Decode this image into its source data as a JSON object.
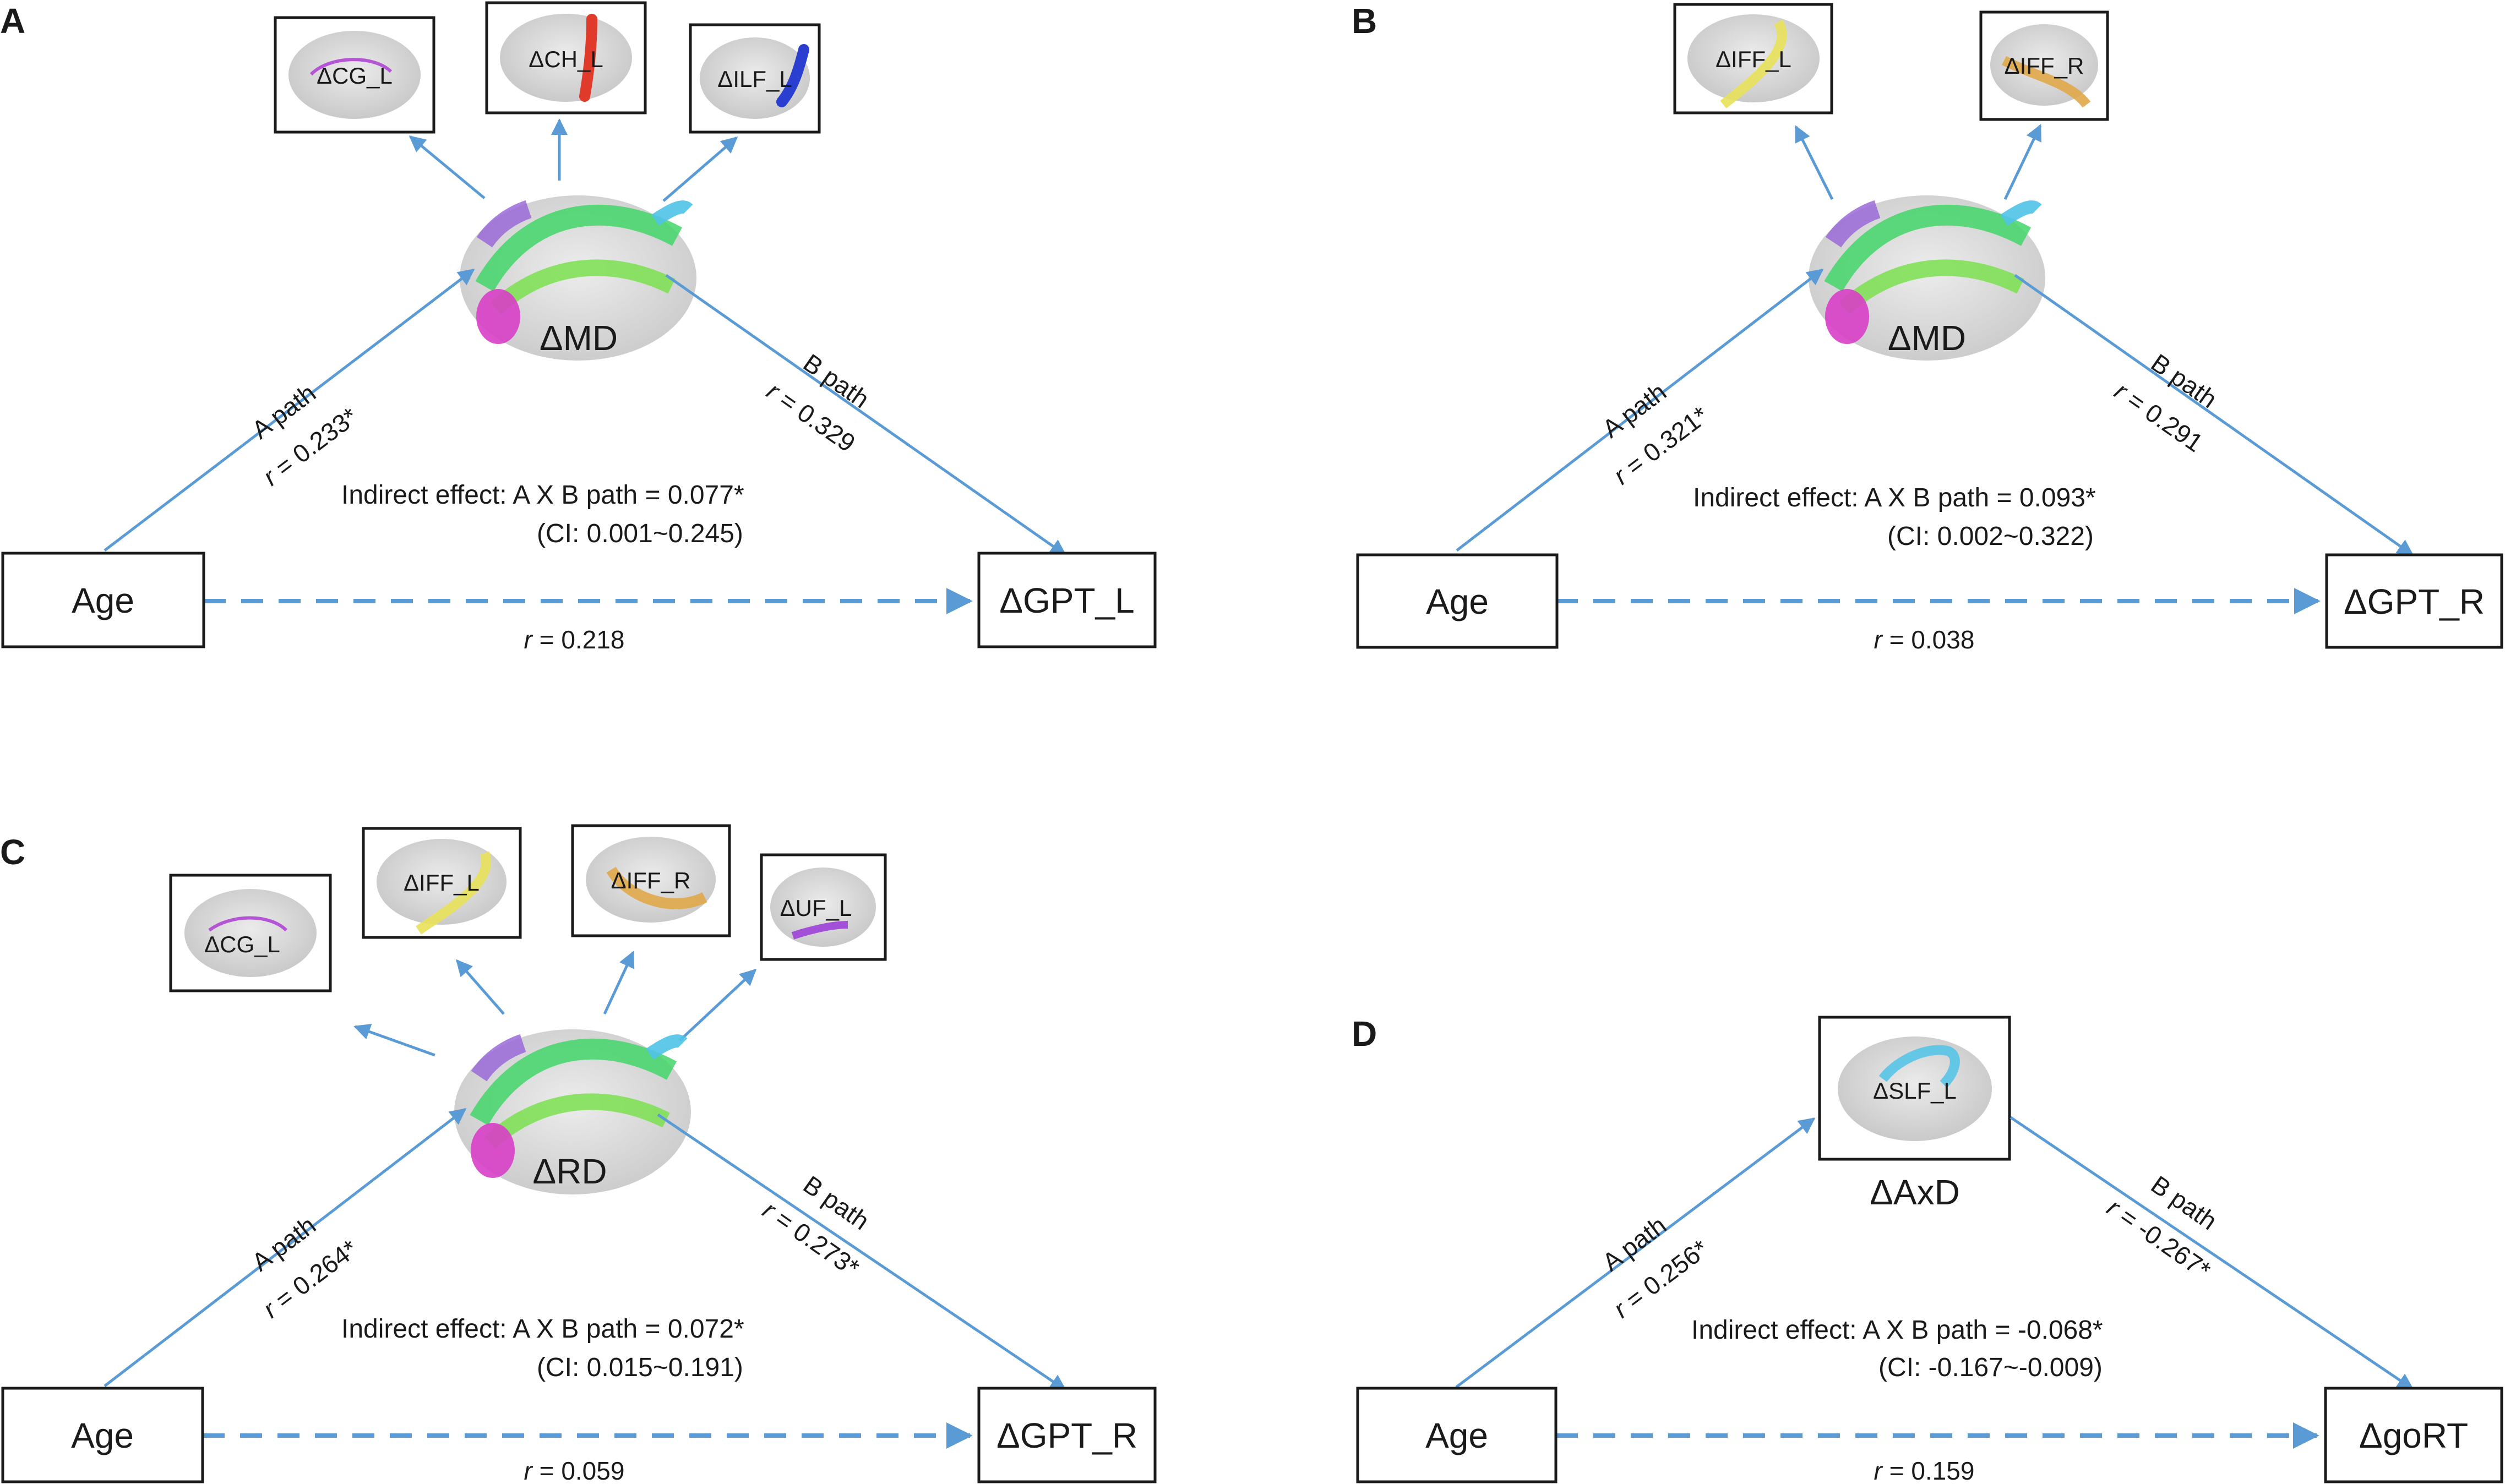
{
  "panels": [
    {
      "letter": "A",
      "predictor": "Age",
      "outcome": "ΔGPT_L",
      "mediator": "ΔMD",
      "a_path": {
        "label": "A path",
        "r": "0.233*"
      },
      "b_path": {
        "label": "B path",
        "r": "0.329"
      },
      "indirect": "Indirect effect: A X B path = 0.077*",
      "ci": "(CI: 0.001~0.245)",
      "direct_r": "0.218",
      "tracts": [
        {
          "label": "ΔCG_L",
          "color": "#b455d6"
        },
        {
          "label": "ΔCH_L",
          "color": "#e03a2a"
        },
        {
          "label": "ΔILF_L",
          "color": "#2a3fd0"
        }
      ]
    },
    {
      "letter": "B",
      "predictor": "Age",
      "outcome": "ΔGPT_R",
      "mediator": "ΔMD",
      "a_path": {
        "label": "A path",
        "r": "0.321*"
      },
      "b_path": {
        "label": "B path",
        "r": "0.291"
      },
      "indirect": "Indirect effect: A X B path = 0.093*",
      "ci": "(CI: 0.002~0.322)",
      "direct_r": "0.038",
      "tracts": [
        {
          "label": "ΔIFF_L",
          "color": "#e8e25a"
        },
        {
          "label": "ΔIFF_R",
          "color": "#e0a94a"
        }
      ]
    },
    {
      "letter": "C",
      "predictor": "Age",
      "outcome": "ΔGPT_R",
      "mediator": "ΔRD",
      "a_path": {
        "label": "A path",
        "r": "0.264*"
      },
      "b_path": {
        "label": "B path",
        "r": "0.273*"
      },
      "indirect": "Indirect effect: A X B path = 0.072*",
      "ci": "(CI: 0.015~0.191)",
      "direct_r": "0.059",
      "tracts": [
        {
          "label": "ΔCG_L",
          "color": "#b455d6"
        },
        {
          "label": "ΔIFF_L",
          "color": "#e8e25a"
        },
        {
          "label": "ΔIFF_R",
          "color": "#e0a94a"
        },
        {
          "label": "ΔUF_L",
          "color": "#a44fd8"
        }
      ]
    },
    {
      "letter": "D",
      "predictor": "Age",
      "outcome": "ΔgoRT",
      "mediator": "ΔAxD",
      "a_path": {
        "label": "A path",
        "r": "0.256*"
      },
      "b_path": {
        "label": "B path",
        "r": "-0.267*"
      },
      "indirect": "Indirect effect: A X B path = -0.068*",
      "ci": "(CI: -0.167~-0.009)",
      "direct_r": "0.159",
      "tracts": [
        {
          "label": "ΔSLF_L",
          "color": "#4fc3e8"
        }
      ]
    }
  ],
  "r_symbol": "r",
  "colors": {
    "arrow": "#5b9bd5",
    "box_border": "#1a1a1a",
    "brain": "#d0d0d0"
  }
}
